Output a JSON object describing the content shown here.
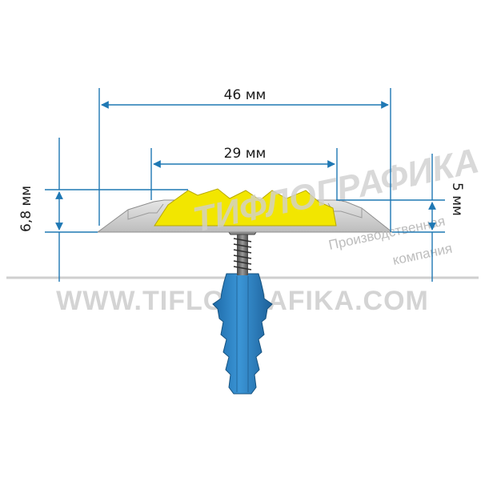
{
  "dimensions": {
    "outer_width": "46 мм",
    "inner_width": "29 мм",
    "total_height": "6,8 мм",
    "base_height": "5 мм"
  },
  "watermark": {
    "brand": "ТИФЛОГРАФИКА",
    "subtitle_line1": "Производственная",
    "subtitle_line2": "компания",
    "website": "WWW.TIFLOGRAFIKA.COM"
  },
  "colors": {
    "dimension_lines": "#1f78b4",
    "profile_base": "#c9c9c9",
    "insert": "#f2e600",
    "dowel": "#2f86c6",
    "screw": "#6a6a6a",
    "floor_line": "#cfcfcf"
  }
}
